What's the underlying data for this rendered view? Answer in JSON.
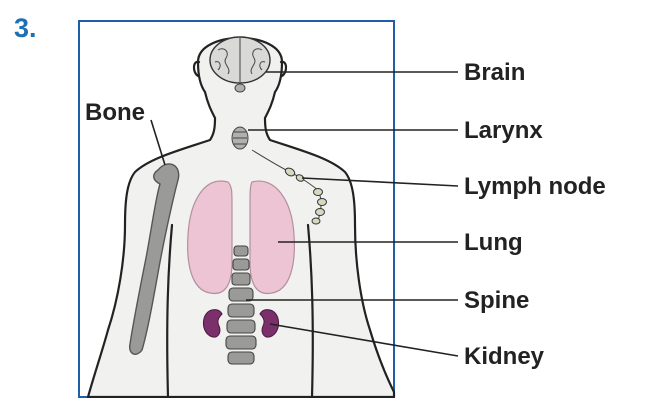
{
  "figure": {
    "number": "3."
  },
  "labels": {
    "brain": "Brain",
    "larynx": "Larynx",
    "lymph_node": "Lymph node",
    "lung": "Lung",
    "spine": "Spine",
    "kidney": "Kidney",
    "bone": "Bone"
  },
  "colors": {
    "number": "#1e6fb3",
    "frame": "#1e5fa6",
    "lung": "#ecc4d3",
    "kidney": "#7b2f6b",
    "bone": "#9a9a98"
  }
}
